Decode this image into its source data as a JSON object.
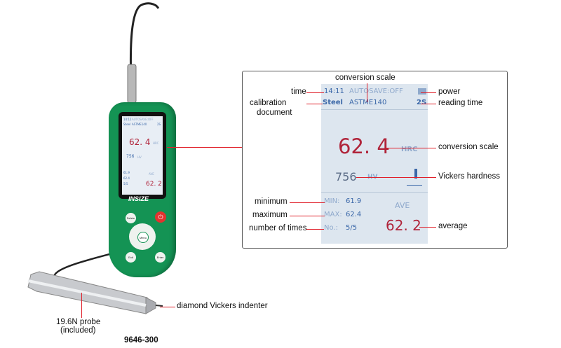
{
  "device": {
    "brand": "INSIZE",
    "buttons": {
      "delete": "Delete",
      "menu": "Menu",
      "exit": "Exit",
      "enter": "Enter"
    },
    "model": "9646-300"
  },
  "screen": {
    "time": "14:11",
    "autosave": "AUTOSAVE:OFF",
    "material": "Steel",
    "standard": "ASTME140",
    "reading_time": "2S",
    "main_value": "62. 4",
    "main_unit": "HRC",
    "hv_value": "756",
    "hv_unit": "HV",
    "min_label": "MIN:",
    "min_value": "61.9",
    "max_label": "MAX:",
    "max_value": "62.4",
    "no_label": "No.:",
    "no_value": "5/5",
    "ave_label": "AVE",
    "ave_value": "62. 2"
  },
  "annotations": {
    "conversion_scale_top": "conversion scale",
    "time": "time",
    "calibration_document_1": "calibration",
    "calibration_document_2": "document",
    "power": "power",
    "reading_time": "reading time",
    "conversion_scale": "conversion scale",
    "vickers_hardness": "Vickers hardness",
    "minimum": "minimum",
    "maximum": "maximum",
    "number_of_times": "number of times",
    "average": "average",
    "indenter": "diamond Vickers indenter",
    "probe_1": "19.6N probe",
    "probe_2": "(included)"
  },
  "colors": {
    "body": "#149354",
    "leader": "#e0202a",
    "value_red": "#b0243a",
    "screen_blue": "#3a67a8"
  }
}
